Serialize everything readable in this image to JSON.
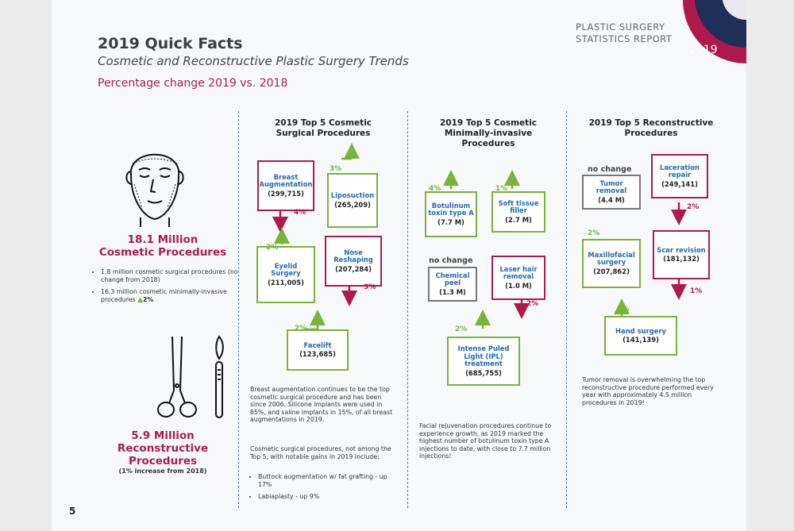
{
  "header": {
    "title": "2019 Quick Facts",
    "subtitle": "Cosmetic and Reconstructive Plastic Surgery Trends",
    "percentage_change": "Percentage change 2019 vs. 2018",
    "report_title": "PLASTIC SURGERY STATISTICS REPORT",
    "report_year": "2019"
  },
  "left": {
    "cosmetic_total": "18.1 Million",
    "cosmetic_label": "Cosmetic Procedures",
    "bullets": [
      "1.8 million cosmetic surgical procedures (no change from 2018)",
      "16.3 million cosmetic minimally-invasive procedures"
    ],
    "bullet2_change": "2%",
    "recon_total": "5.9 Million",
    "recon_label": "Reconstructive Procedures",
    "recon_note": "(1% increase from 2018)"
  },
  "col1": {
    "heading": "2019 Top 5 Cosmetic Surgical Procedures",
    "boxes": [
      {
        "name": "Breast Augmentation",
        "value": "(299,715)",
        "change": "4%"
      },
      {
        "name": "Liposuction",
        "value": "(265,209)",
        "change": "3%"
      },
      {
        "name": "Nose Reshaping",
        "value": "(207,284)",
        "change": "3%"
      },
      {
        "name": "Eyelid Surgery",
        "value": "(211,005)",
        "change": "2%"
      },
      {
        "name": "Facelift",
        "value": "(123,685)",
        "change": "2%"
      }
    ],
    "para1": "Breast augmentation continues to be the top cosmetic surgical procedure and has been since 2006. Silicone implants were used in 85%, and saline implants in 15%, of all breast augmentations in 2019.",
    "para2": "Cosmetic surgical procedures, not among the Top 5, with notable gains in 2019 include:",
    "list": [
      "Buttock augmentation w/ fat grafting - up 17%",
      "Labiaplasty - up 9%"
    ]
  },
  "col2": {
    "heading": "2019 Top 5 Cosmetic Minimally-invasive Procedures",
    "boxes": [
      {
        "name": "Botulinum toxin type A",
        "value": "(7.7 M)",
        "change": "4%"
      },
      {
        "name": "Soft tissue filler",
        "value": "(2.7 M)",
        "change": "1%"
      },
      {
        "name": "Chemical peel",
        "value": "(1.3 M)",
        "change": "no change"
      },
      {
        "name": "Laser hair removal",
        "value": "(1.0 M)",
        "change": "2%"
      },
      {
        "name": "Intense Puled Light (IPL) treatment",
        "value": "(685,755)",
        "change": "2%"
      }
    ],
    "para": "Facial rejuvenation procedures continue to experience growth, as 2019 marked the highest number of botulinum toxin type A injections to date, with close to 7.7 million injections!"
  },
  "col3": {
    "heading": "2019 Top 5 Reconstructive Procedures",
    "boxes": [
      {
        "name": "Tumor removal",
        "value": "(4.4 M)",
        "change": "no change"
      },
      {
        "name": "Laceration repair",
        "value": "(249,141)",
        "change": "2%"
      },
      {
        "name": "Maxillofacial surgery",
        "value": "(207,862)",
        "change": "2%"
      },
      {
        "name": "Scar revision",
        "value": "(181,132)",
        "change": "1%"
      },
      {
        "name": "Hand surgery",
        "value": "(141,139)",
        "change": "2%"
      }
    ],
    "para": "Tumor removal is overwhelming the top reconstructive procedure performed every year with approximately 4.5 million procedures in 2019!"
  },
  "footer": {
    "page_number": "5"
  },
  "colors": {
    "green": "#7ab23a",
    "crimson": "#b0194c",
    "blue": "#2369b0",
    "navy": "#1f2f5a"
  },
  "icons": [
    "face-icon",
    "scissors-icon",
    "scalpel-icon",
    "up-arrow-icon",
    "down-arrow-icon"
  ]
}
